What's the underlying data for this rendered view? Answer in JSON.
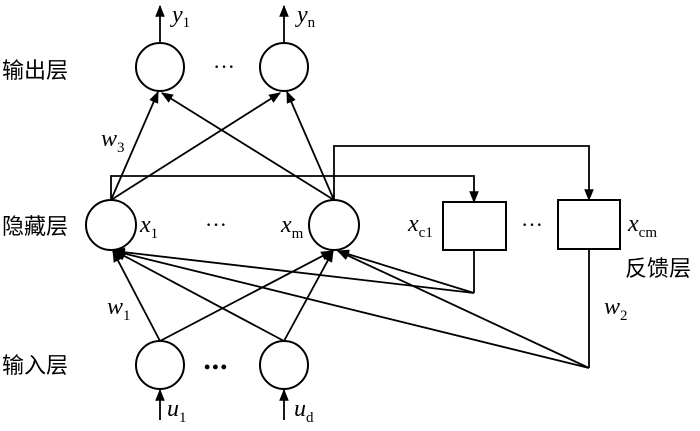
{
  "diagram": {
    "type": "elman-neural-network",
    "layers": {
      "output": "输出层",
      "hidden": "隐藏层",
      "context": "反馈层",
      "input": "输入层"
    },
    "outputs": [
      {
        "var": "y",
        "sub": "1"
      },
      {
        "var": "y",
        "sub": "n"
      }
    ],
    "hidden": [
      {
        "var": "x",
        "sub": "1"
      },
      {
        "var": "x",
        "sub": "m"
      }
    ],
    "context": [
      {
        "var": "x",
        "sub": "c1"
      },
      {
        "var": "x",
        "sub": "cm"
      }
    ],
    "inputs": [
      {
        "var": "u",
        "sub": "1"
      },
      {
        "var": "u",
        "sub": "d"
      }
    ],
    "weights": [
      {
        "var": "w",
        "sub": "3"
      },
      {
        "var": "w",
        "sub": "1"
      },
      {
        "var": "w",
        "sub": "2"
      }
    ],
    "ellipsis": "···",
    "ellipsis_bold": "•••"
  }
}
